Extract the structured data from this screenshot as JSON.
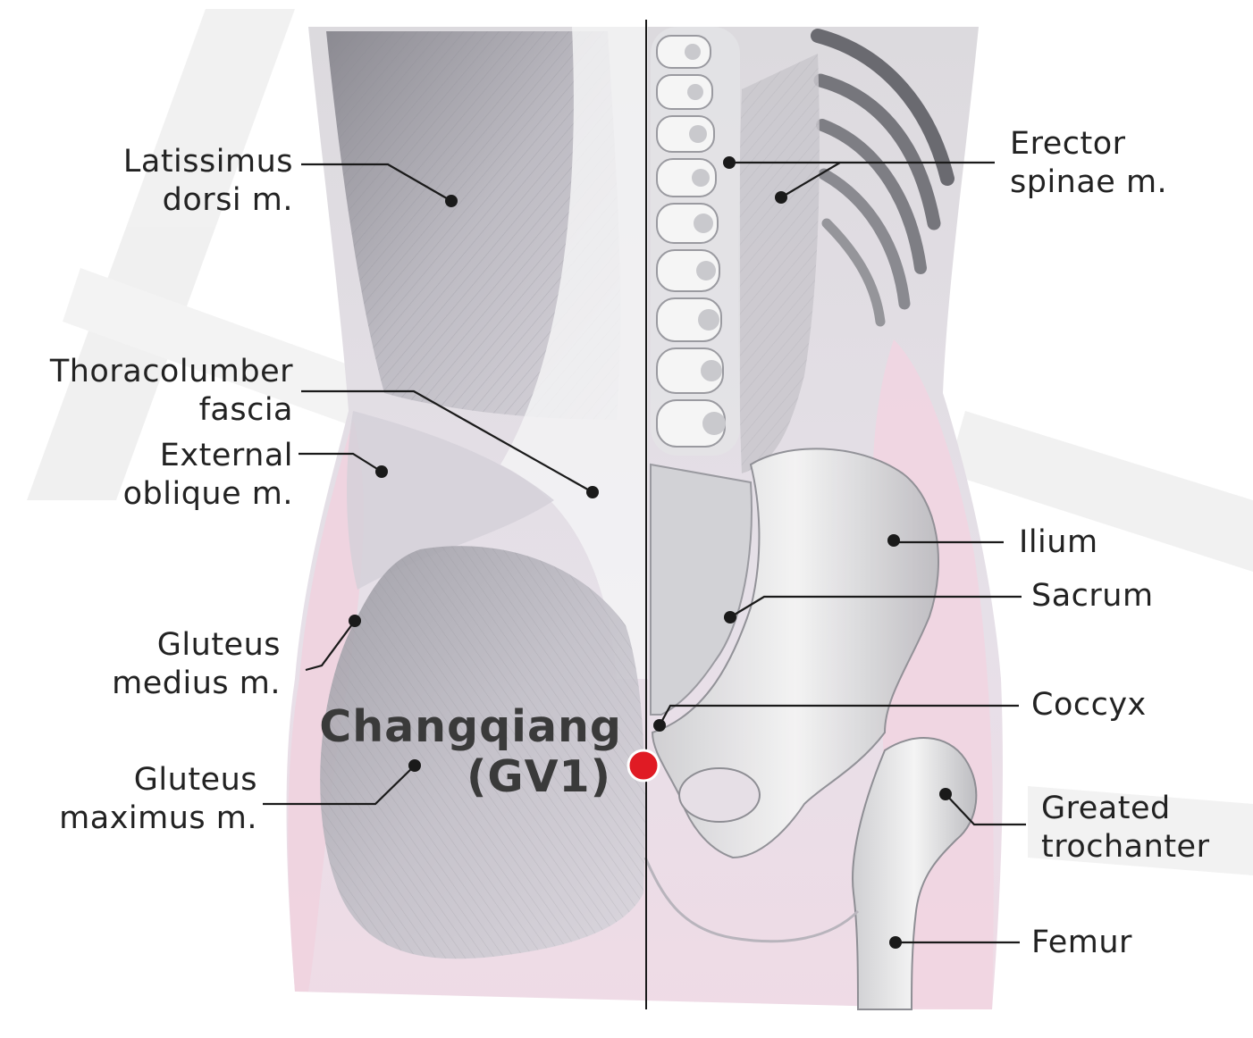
{
  "colors": {
    "background": "#ffffff",
    "body_fill": "#e3dfe6",
    "skin_pink": "#f0d6e2",
    "muscle_gray": "#a9a8b0",
    "bone_white": "#f2f2f2",
    "bone_shadow": "#8e8e92",
    "leader_line": "#1a1a1a",
    "dot": "#1a1a1a",
    "acupoint": "#e01b24",
    "text": "#222222",
    "watermark": "#ececec"
  },
  "labels": {
    "latissimus": {
      "line1": "Latissimus",
      "line2": "dorsi m."
    },
    "thoracolumbar": {
      "line1": "Thoracolumber",
      "line2": "fascia"
    },
    "external_oblique": {
      "line1": "External",
      "line2": "oblique m."
    },
    "gluteus_medius": {
      "line1": "Gluteus",
      "line2": "medius m."
    },
    "gluteus_maximus": {
      "line1": "Gluteus",
      "line2": "maximus m."
    },
    "erector_spinae": {
      "line1": "Erector",
      "line2": "spinae m."
    },
    "ilium": {
      "line1": "Ilium"
    },
    "sacrum": {
      "line1": "Sacrum"
    },
    "coccyx": {
      "line1": "Coccyx"
    },
    "greater_trochanter": {
      "line1": "Greated",
      "line2": "trochanter"
    },
    "femur": {
      "line1": "Femur"
    }
  },
  "acupoint": {
    "name": "Changqiang",
    "code": "(GV1)"
  },
  "icons": {
    "acupoint_marker": "red-dot",
    "anatomy_pointer": "black-dot"
  }
}
